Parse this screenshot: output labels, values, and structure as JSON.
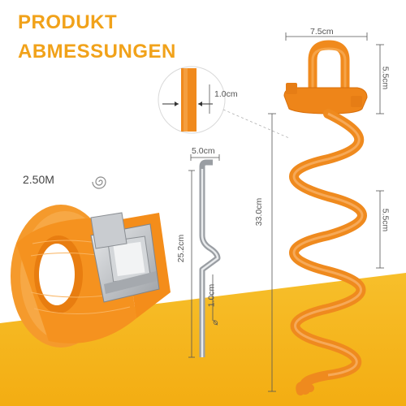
{
  "heading": {
    "line1": "PRODUKT",
    "line2": "ABMESSUNGEN"
  },
  "dimensions": {
    "anchor_loop_width": "7.5cm",
    "anchor_loop_height": "5.5cm",
    "rod_thickness": "1.0cm",
    "anchor_total_length": "33.0cm",
    "spiral_pitch": "5.5cm",
    "peg_top_width": "5.0cm",
    "peg_length": "25.2cm",
    "peg_diameter": "1.0cm",
    "peg_diameter_symbol": "⌀"
  },
  "strap": {
    "length_label": "2.50M",
    "icon": "spiral-roll-icon"
  },
  "colors": {
    "accent": "#f1a21a",
    "floor": "#f6b81c",
    "anchor_orange": "#f08a1d",
    "strap_orange": "#f5921f",
    "metal": "#b9bcc0"
  }
}
